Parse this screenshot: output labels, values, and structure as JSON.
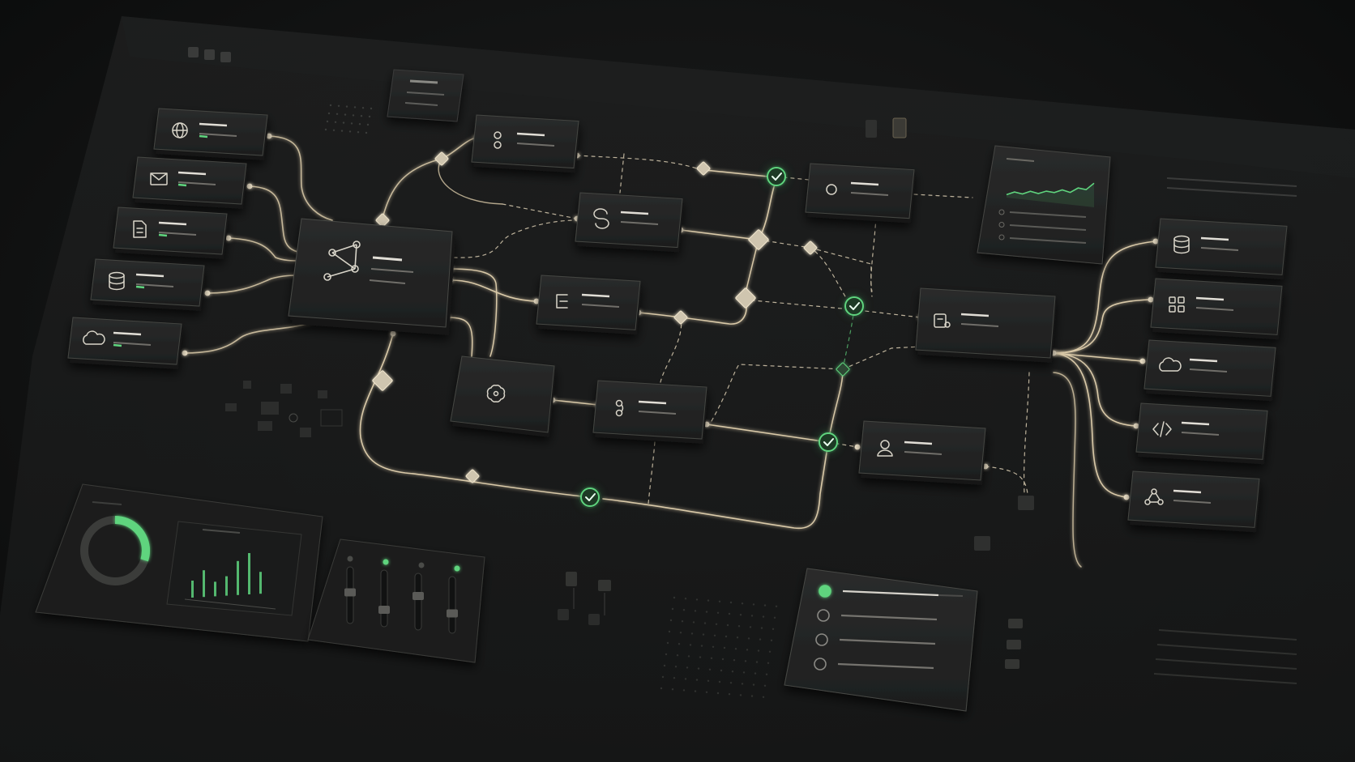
{
  "colors": {
    "background": "#0b0c0c",
    "panel": "#1b1c1c",
    "node": "#212222",
    "wire": "#d9c9a8",
    "wire_glow": "#f3e2bd",
    "accent_green": "#5fd47e",
    "muted_line": "#6b6b68"
  },
  "window_controls": {
    "icons": [
      "window-dot-icon",
      "window-dot-icon",
      "window-dot-icon"
    ]
  },
  "sources": [
    {
      "icon": "globe-icon",
      "status": "active"
    },
    {
      "icon": "mail-icon",
      "status": "active"
    },
    {
      "icon": "document-icon",
      "status": "active"
    },
    {
      "icon": "database-icon",
      "status": "active"
    },
    {
      "icon": "cloud-icon",
      "status": "active"
    }
  ],
  "hub": {
    "icon": "network-graph-icon"
  },
  "processors": [
    {
      "icon": "toggle-icon"
    },
    {
      "icon": "sync-icon"
    },
    {
      "icon": "transform-icon"
    },
    {
      "icon": "brain-icon"
    },
    {
      "icon": "branch-icon"
    },
    {
      "icon": "output-icon"
    },
    {
      "icon": "user-icon"
    },
    {
      "icon": "routing-icon"
    }
  ],
  "checkpoints": [
    {
      "status": "passed",
      "icon": "check-icon"
    },
    {
      "status": "passed",
      "icon": "check-icon"
    },
    {
      "status": "passed",
      "icon": "check-icon"
    },
    {
      "status": "passed",
      "icon": "check-icon"
    }
  ],
  "destinations": [
    {
      "icon": "database-icon"
    },
    {
      "icon": "grid-icon"
    },
    {
      "icon": "cloud-icon"
    },
    {
      "icon": "code-icon"
    },
    {
      "icon": "webhook-icon"
    }
  ],
  "monitor": {
    "sparkline": [
      0.1,
      0.22,
      0.18,
      0.3,
      0.25,
      0.36,
      0.34,
      0.46,
      0.4,
      0.58,
      0.55,
      0.8
    ]
  },
  "dashboard": {
    "donut_fraction": 0.3,
    "bars": [
      0.35,
      0.55,
      0.3,
      0.4,
      0.7,
      0.85,
      0.45
    ],
    "faders": [
      0.55,
      0.3,
      0.6,
      0.35
    ],
    "fader_leds": [
      false,
      true,
      false,
      true
    ]
  },
  "checklist": {
    "items": [
      {
        "checked": true
      },
      {
        "checked": false
      },
      {
        "checked": false
      },
      {
        "checked": false
      }
    ]
  }
}
